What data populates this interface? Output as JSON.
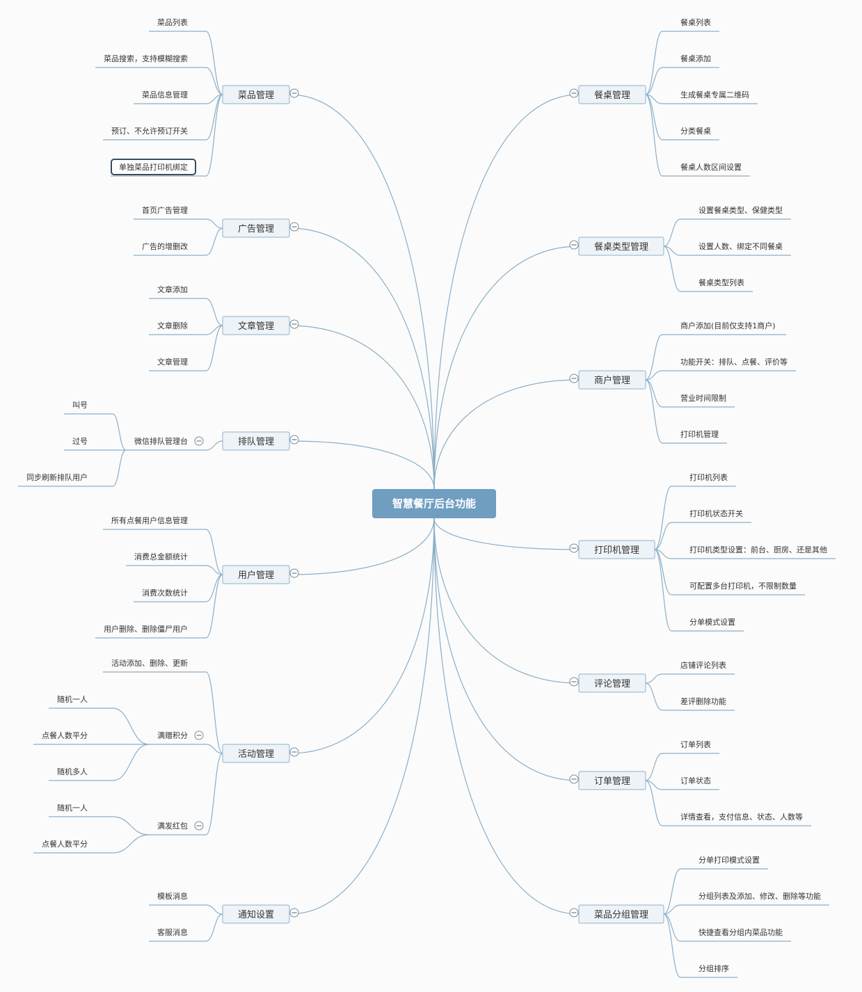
{
  "title": "智慧餐厅后台功能",
  "colors": {
    "line": "#8aaec8",
    "root": "#6f9ec1",
    "box": "#eef3f7",
    "box_border": "#8fb1cc"
  },
  "left": [
    {
      "label": "菜品管理",
      "children": [
        {
          "label": "菜品列表"
        },
        {
          "label": "菜品搜索，支持模糊搜索"
        },
        {
          "label": "菜品信息管理"
        },
        {
          "label": "预订、不允许预订开关"
        },
        {
          "label": "单独菜品打印机绑定",
          "highlight": true
        }
      ]
    },
    {
      "label": "广告管理",
      "children": [
        {
          "label": "首页广告管理"
        },
        {
          "label": "广告的增删改"
        }
      ]
    },
    {
      "label": "文章管理",
      "children": [
        {
          "label": "文章添加"
        },
        {
          "label": "文章删除"
        },
        {
          "label": "文章管理"
        }
      ]
    },
    {
      "label": "排队管理",
      "children": [
        {
          "label": "微信排队管理台",
          "children": [
            {
              "label": "叫号"
            },
            {
              "label": "过号"
            },
            {
              "label": "同步刷新排队用户"
            }
          ]
        }
      ]
    },
    {
      "label": "用户管理",
      "children": [
        {
          "label": "所有点餐用户信息管理"
        },
        {
          "label": "消费总金额统计"
        },
        {
          "label": "消费次数统计"
        },
        {
          "label": "用户删除、删除僵尸用户"
        }
      ]
    },
    {
      "label": "活动管理",
      "children": [
        {
          "label": "活动添加、删除、更新"
        },
        {
          "label": "满赠积分",
          "children": [
            {
              "label": "随机一人"
            },
            {
              "label": "点餐人数平分"
            },
            {
              "label": "随机多人"
            }
          ]
        },
        {
          "label": "满发红包",
          "children": [
            {
              "label": "随机一人"
            },
            {
              "label": "点餐人数平分"
            }
          ]
        }
      ]
    },
    {
      "label": "通知设置",
      "children": [
        {
          "label": "模板消息"
        },
        {
          "label": "客服消息"
        }
      ]
    }
  ],
  "right": [
    {
      "label": "餐桌管理",
      "children": [
        {
          "label": "餐桌列表"
        },
        {
          "label": "餐桌添加"
        },
        {
          "label": "生成餐桌专属二维码"
        },
        {
          "label": "分类餐桌"
        },
        {
          "label": "餐桌人数区间设置"
        }
      ]
    },
    {
      "label": "餐桌类型管理",
      "children": [
        {
          "label": "设置餐桌类型、保健类型"
        },
        {
          "label": "设置人数、绑定不同餐桌"
        },
        {
          "label": "餐桌类型列表"
        }
      ]
    },
    {
      "label": "商户管理",
      "children": [
        {
          "label": "商户添加(目前仅支持1商户)"
        },
        {
          "label": "功能开关：排队、点餐、评价等"
        },
        {
          "label": "营业时间限制"
        },
        {
          "label": "打印机管理"
        }
      ]
    },
    {
      "label": "打印机管理",
      "children": [
        {
          "label": "打印机列表"
        },
        {
          "label": "打印机状态开关"
        },
        {
          "label": "打印机类型设置：前台、厨房、还是其他"
        },
        {
          "label": "可配置多台打印机，不限制数量"
        },
        {
          "label": "分单模式设置"
        }
      ]
    },
    {
      "label": "评论管理",
      "children": [
        {
          "label": "店铺评论列表"
        },
        {
          "label": "差评删除功能"
        }
      ]
    },
    {
      "label": "订单管理",
      "children": [
        {
          "label": "订单列表"
        },
        {
          "label": "订单状态"
        },
        {
          "label": "详情查看，支付信息、状态、人数等"
        }
      ]
    },
    {
      "label": "菜品分组管理",
      "children": [
        {
          "label": "分单打印模式设置"
        },
        {
          "label": "分组列表及添加、修改、删除等功能"
        },
        {
          "label": "快捷查看分组内菜品功能"
        },
        {
          "label": "分组排序"
        }
      ]
    }
  ]
}
